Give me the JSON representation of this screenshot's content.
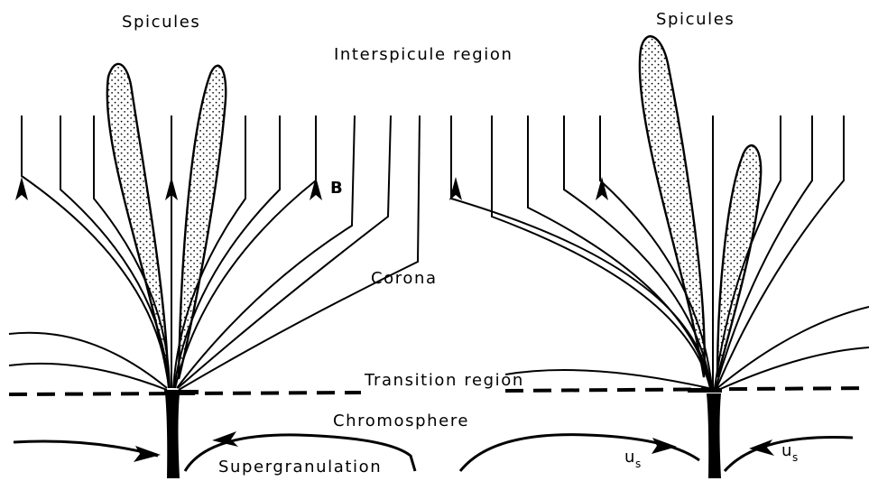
{
  "labels": {
    "spicules_left": "Spicules",
    "spicules_right": "Spicules",
    "interspicule": "Interspicule region",
    "field": "B",
    "corona": "Corona",
    "transition": "Transition region",
    "chromosphere": "Chromosphere",
    "supergranulation": "Supergranulation",
    "velocity_symbol": "u",
    "velocity_subscript": "s"
  },
  "colors": {
    "ink": "#000000",
    "background": "#ffffff"
  }
}
